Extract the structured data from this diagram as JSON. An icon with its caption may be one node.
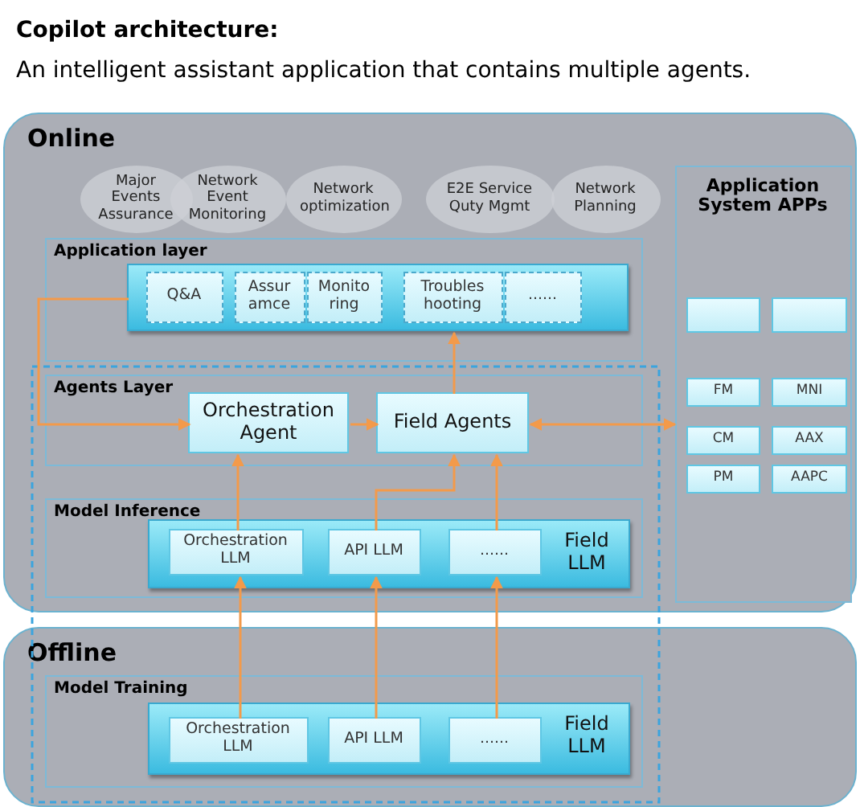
{
  "diagram": {
    "title": "Copilot architecture:",
    "nodes": [
      {
        "text": [
          "Online"
        ]
      },
      {
        "text": [
          "Major Events Assurance"
        ],
        "in": 0
      },
      {
        "text": [
          "Network Event Monitoring"
        ],
        "in": 0
      },
      {
        "text": [
          "Network optimization"
        ],
        "in": 0
      },
      {
        "text": [
          "E2E Service Quty Mgmt"
        ],
        "in": 0
      },
      {
        "text": [
          "Network Planning"
        ],
        "in": 0
      },
      {
        "text": [
          "Application layer"
        ],
        "in": 0
      },
      {
        "text": [],
        "shape": "bar",
        "in": 6
      },
      {
        "text": [
          "Q&A"
        ],
        "in": 7
      },
      {
        "text": [
          "Assur amce"
        ],
        "in": 7
      },
      {
        "text": [
          "Monito ring"
        ],
        "in": 7
      },
      {
        "text": [
          "Troubles hooting"
        ],
        "in": 7
      },
      {
        "text": [
          "......"
        ],
        "in": 7
      },
      {
        "text": [
          "Agents Layer"
        ],
        "in": 0
      },
      {
        "text": [
          "Orchestration Agent"
        ],
        "in": 13
      },
      {
        "text": [
          "Field Agents"
        ],
        "in": 13
      },
      {
        "text": [
          "Model Inference"
        ],
        "in": 0
      },
      {
        "text": [
          "Field LLM"
        ],
        "in": 16
      },
      {
        "text": [
          "Orchestration LLM"
        ],
        "in": 17
      },
      {
        "text": [
          "API LLM"
        ],
        "in": 17
      },
      {
        "text": [
          "......"
        ],
        "in": 17
      },
      {
        "text": [
          "Application System APPs"
        ],
        "in": 0
      },
      {
        "text": [],
        "shape": "box",
        "in": 21
      },
      {
        "text": [],
        "shape": "box",
        "in": 21
      },
      {
        "text": [
          "FM"
        ],
        "in": 21
      },
      {
        "text": [
          "MNI"
        ],
        "in": 21
      },
      {
        "text": [
          "CM"
        ],
        "in": 21
      },
      {
        "text": [
          "AAX"
        ],
        "in": 21
      },
      {
        "text": [
          "PM"
        ],
        "in": 21
      },
      {
        "text": [
          "AAPC"
        ],
        "in": 21
      },
      {
        "text": [
          "Offline"
        ]
      },
      {
        "text": [
          "Model Training"
        ],
        "in": 30
      },
      {
        "text": [
          "Field LLM"
        ],
        "in": 31
      },
      {
        "text": [
          "Orchestration LLM"
        ],
        "in": 32
      },
      {
        "text": [
          "API LLM"
        ],
        "in": 32
      },
      {
        "text": [
          "......"
        ],
        "in": 32
      }
    ],
    "edges": [
      {
        "from": 7,
        "to": 14,
        "arrow": "to"
      },
      {
        "from": 15,
        "to": 7,
        "arrow": "to"
      },
      {
        "from": 14,
        "to": 15,
        "arrow": "to"
      },
      {
        "from": 15,
        "to": 21,
        "arrow": "both"
      },
      {
        "from": 18,
        "to": 14,
        "arrow": "to"
      },
      {
        "from": 19,
        "to": 15,
        "arrow": "to"
      },
      {
        "from": 20,
        "to": 15,
        "arrow": "to"
      },
      {
        "from": 33,
        "to": 18,
        "arrow": "to"
      },
      {
        "from": 34,
        "to": 19,
        "arrow": "to"
      },
      {
        "from": 35,
        "to": 20,
        "arrow": "to"
      }
    ],
    "labels": [
      "An intelligent assistant application that contains multiple agents."
    ]
  }
}
